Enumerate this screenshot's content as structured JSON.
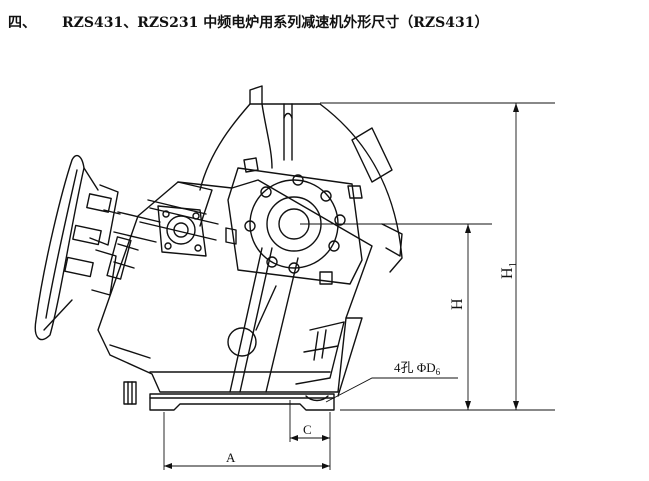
{
  "heading": {
    "number": "四、",
    "title": "RZS431、RZS231 中频电炉用系列减速机外形尺寸（RZS431）"
  },
  "dimensions": {
    "H": "H",
    "H1": "H",
    "H1_sub": "1",
    "A": "A",
    "C": "C",
    "holes_text": "4孔 ΦD",
    "holes_sub": "6"
  }
}
